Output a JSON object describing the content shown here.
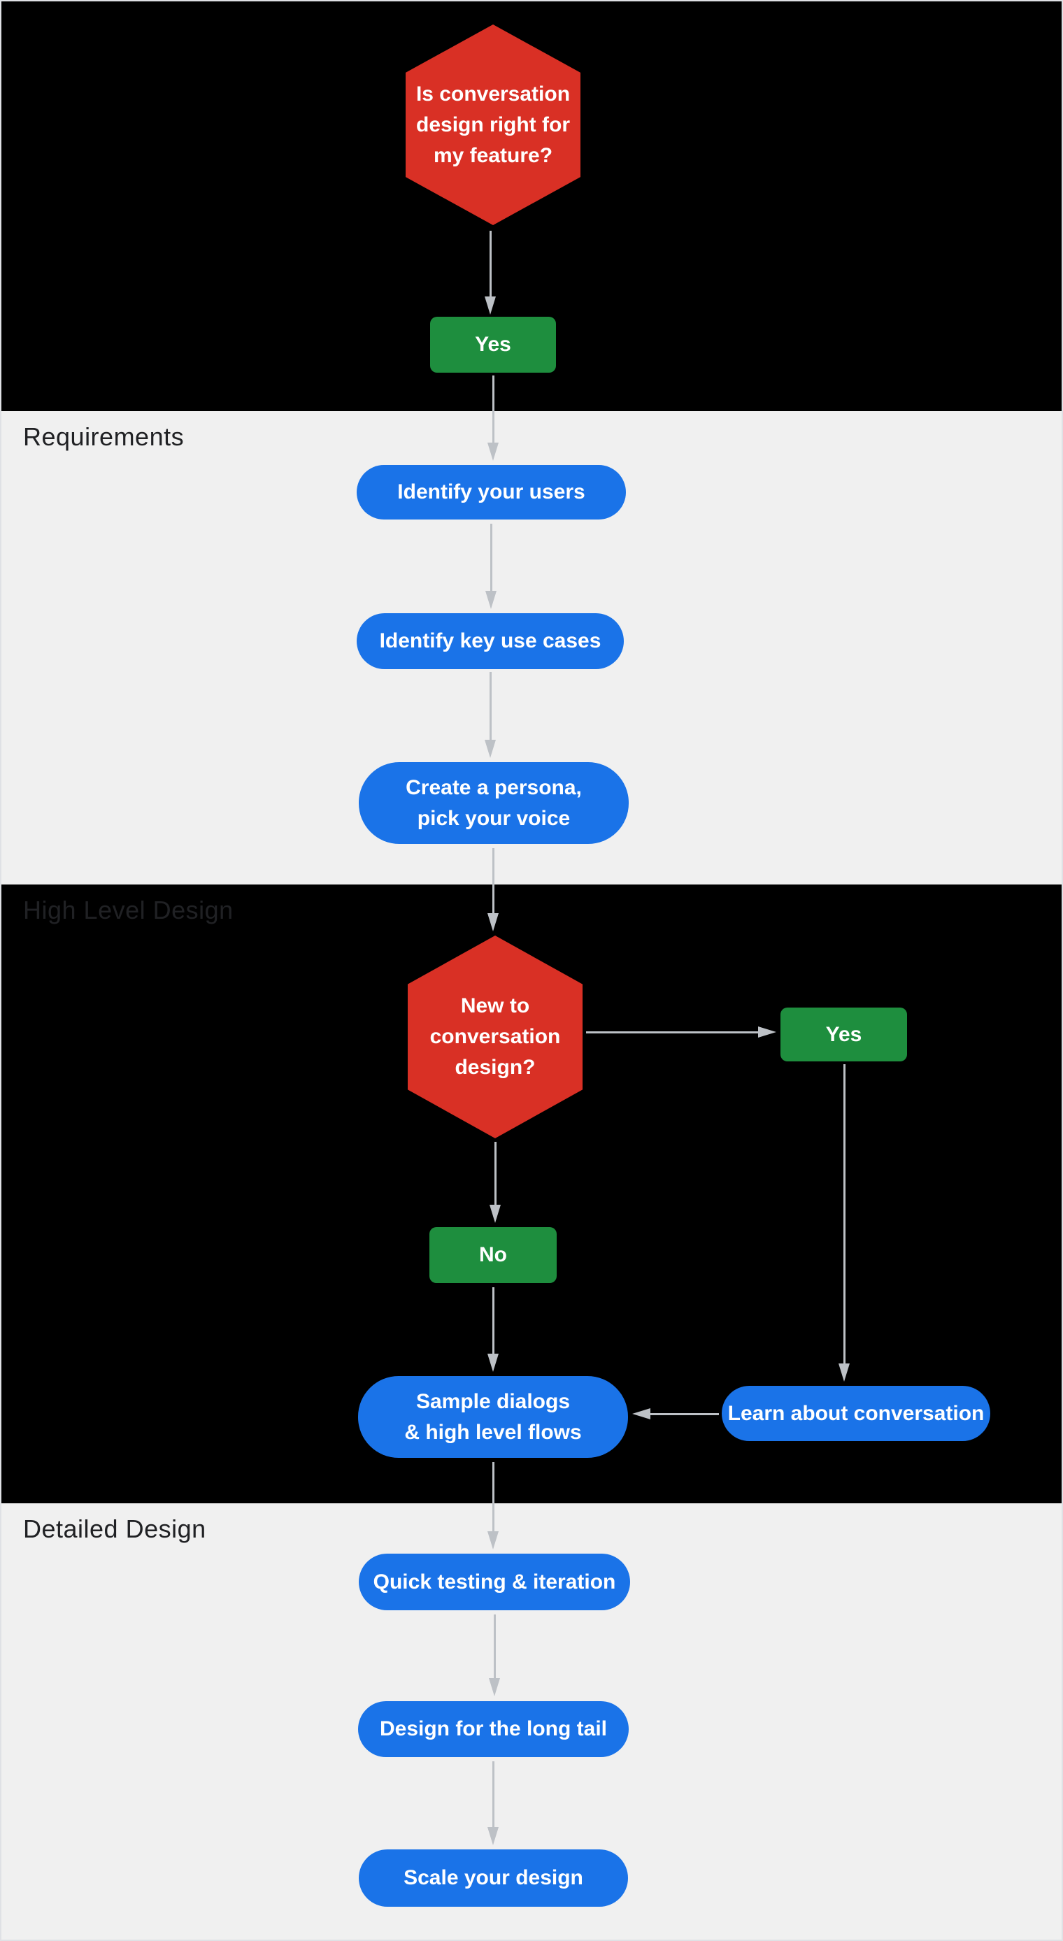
{
  "title": "Conversation design process flowchart",
  "colors": {
    "decision_red": "#d93025",
    "answer_green": "#1e8e3e",
    "step_blue": "#1a73e8",
    "dark_section_bg": "#000000",
    "light_section_bg": "#f0f0f0",
    "section_label_text": "#202124",
    "connector_gray": "#bdc1c6",
    "shape_text": "#ffffff",
    "frame_border": "#dfe1e5"
  },
  "sections": {
    "requirements": {
      "label": "Requirements"
    },
    "high_level_design": {
      "label": "High Level Design"
    },
    "detailed_design": {
      "label": "Detailed Design"
    }
  },
  "nodes": {
    "decision_feature_fit": {
      "line1": "Is conversation",
      "line2": "design right for",
      "line3": "my feature?"
    },
    "answer_yes_feature": {
      "label": "Yes"
    },
    "step_identify_users": {
      "label": "Identify your users"
    },
    "step_identify_use_cases": {
      "label": "Identify key use cases"
    },
    "step_create_persona": {
      "line1": "Create a persona,",
      "line2": "pick your voice"
    },
    "decision_new_to_design": {
      "line1": "New to",
      "line2": "conversation",
      "line3": "design?"
    },
    "answer_yes_new": {
      "label": "Yes"
    },
    "answer_no_new": {
      "label": "No"
    },
    "step_sample_dialogs": {
      "line1": "Sample dialogs",
      "line2": "& high level flows"
    },
    "step_learn_conversation": {
      "label": "Learn about conversation"
    },
    "step_quick_testing": {
      "label": "Quick testing & iteration"
    },
    "step_long_tail": {
      "label": "Design for the long tail"
    },
    "step_scale_design": {
      "label": "Scale your design"
    }
  }
}
